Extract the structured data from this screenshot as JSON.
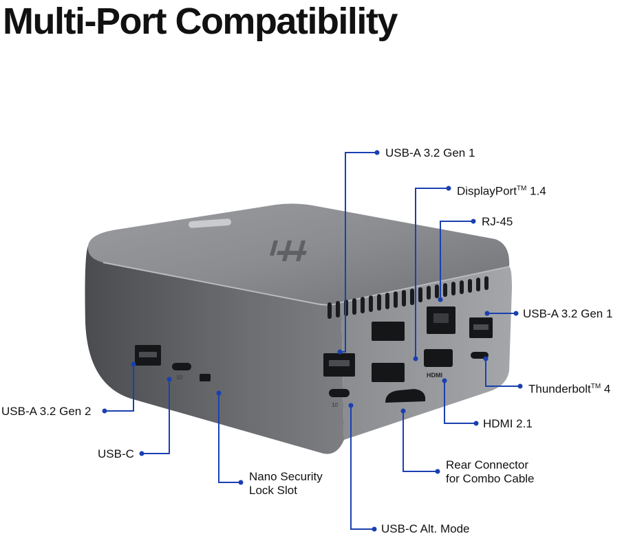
{
  "title": "Multi-Port Compatibility",
  "line_color": "#1a3fb0",
  "callouts": {
    "usba_top": "USB-A 3.2 Gen 1",
    "displayport": {
      "name": "DisplayPort",
      "tm": "TM",
      "version": "1.4"
    },
    "rj45": "RJ-45",
    "usba_right": "USB-A 3.2 Gen 1",
    "thunderbolt": {
      "name": "Thunderbolt",
      "tm": "TM",
      "version": "4"
    },
    "hdmi": "HDMI 2.1",
    "rear_connector": {
      "line1": "Rear Connector",
      "line2": "for Combo Cable"
    },
    "usbc_alt": "USB-C Alt. Mode",
    "nano_lock": {
      "line1": "Nano Security",
      "line2": "Lock Slot"
    },
    "usbc_front": "USB-C",
    "usba_gen2": "USB-A 3.2 Gen 2"
  },
  "device_markings": {
    "hdmi_logo": "HDMI",
    "speed_10": "10"
  }
}
